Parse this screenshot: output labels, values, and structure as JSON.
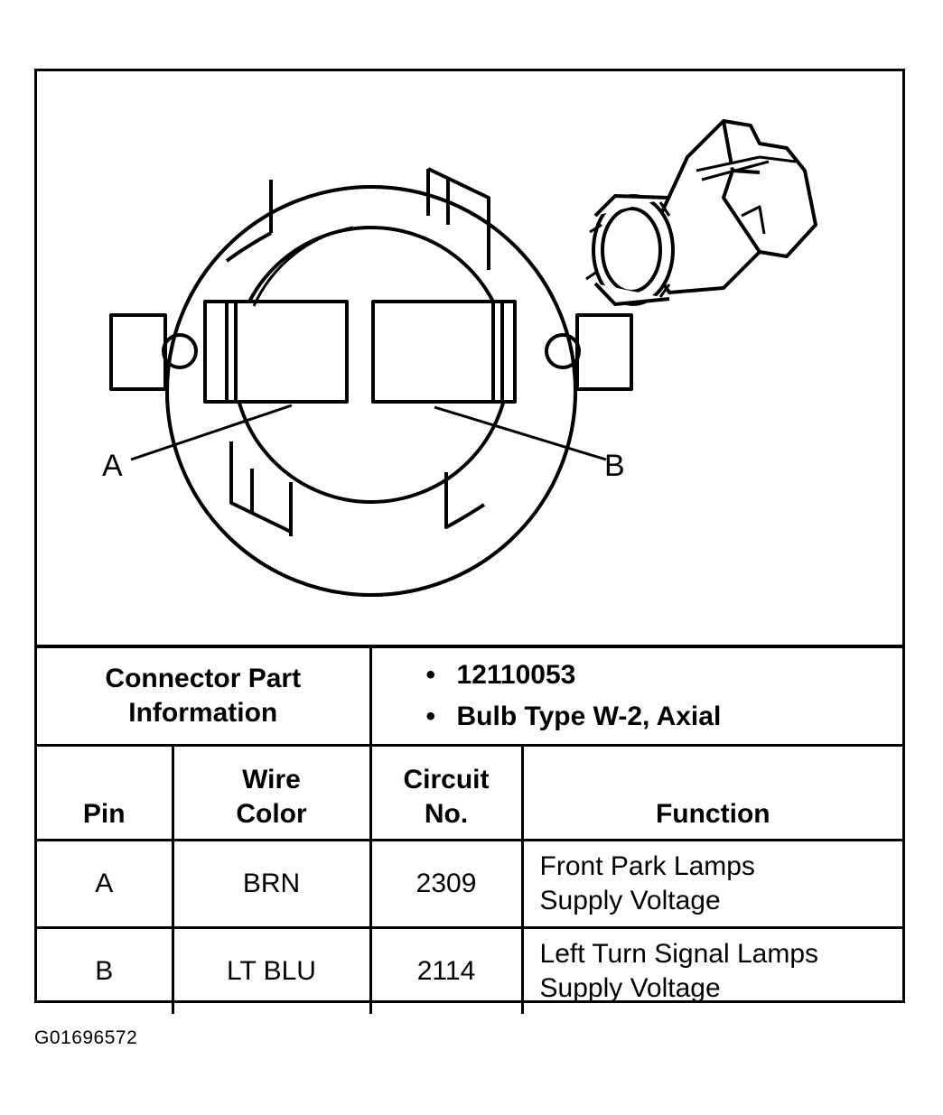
{
  "diagram": {
    "pin_labels": {
      "a": "A",
      "b": "B"
    }
  },
  "part_info": {
    "label": "Connector Part Information",
    "label_line1": "Connector Part",
    "label_line2": "Information",
    "items": [
      "12110053",
      "Bulb Type W-2, Axial"
    ]
  },
  "table": {
    "headers": {
      "pin": "Pin",
      "wire_color_line1": "Wire",
      "wire_color_line2": "Color",
      "circuit_line1": "Circuit",
      "circuit_line2": "No.",
      "function": "Function"
    },
    "rows": [
      {
        "pin": "A",
        "wire_color": "BRN",
        "circuit": "2309",
        "function_line1": "Front Park Lamps",
        "function_line2": "Supply Voltage"
      },
      {
        "pin": "B",
        "wire_color": "LT BLU",
        "circuit": "2114",
        "function_line1": "Left Turn Signal Lamps",
        "function_line2": "Supply Voltage"
      }
    ]
  },
  "figure_id": "G01696572"
}
